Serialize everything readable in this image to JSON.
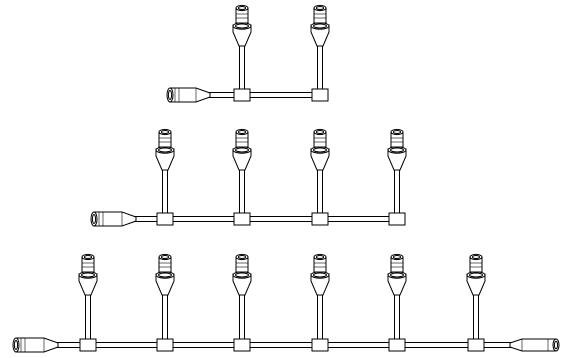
{
  "figure": {
    "description_colors": {
      "stroke": "#000000",
      "fill": "#ffffff"
    },
    "manifolds": [
      {
        "name": "two-way-manifold",
        "branches": 2,
        "inlet_icon": "luer-inlet-icon",
        "outlet_icon": null
      },
      {
        "name": "four-way-manifold",
        "branches": 4,
        "inlet_icon": "luer-inlet-icon",
        "outlet_icon": null
      },
      {
        "name": "six-way-manifold",
        "branches": 6,
        "inlet_icon": "luer-inlet-icon",
        "outlet_icon": "luer-outlet-icon"
      }
    ]
  }
}
